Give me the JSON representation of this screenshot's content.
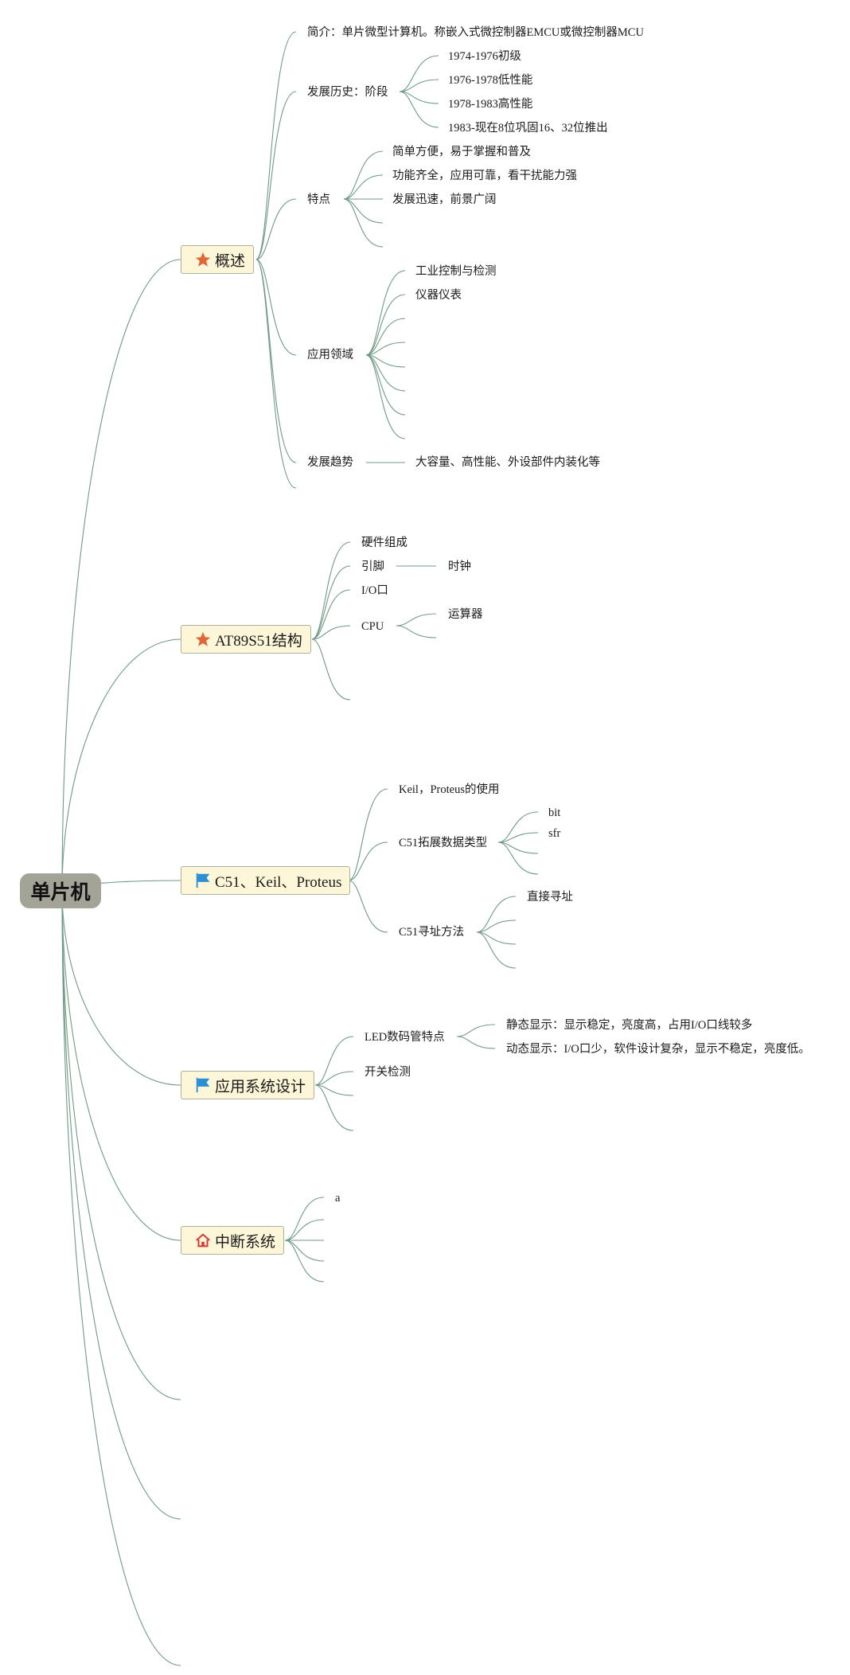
{
  "root": "单片机",
  "topics": {
    "t1": {
      "label": "概述",
      "icon": "star-icon"
    },
    "t2": {
      "label": "AT89S51结构",
      "icon": "star-icon"
    },
    "t3": {
      "label": "C51、Keil、Proteus",
      "icon": "flag-icon"
    },
    "t4": {
      "label": "应用系统设计",
      "icon": "flag-icon"
    },
    "t5": {
      "label": "中断系统",
      "icon": "home-icon"
    }
  },
  "overview": {
    "intro": "简介：单片微型计算机。称嵌入式微控制器EMCU或微控制器MCU",
    "history": "发展历史：阶段",
    "history_items": [
      "1974-1976初级",
      "1976-1978低性能",
      "1978-1983高性能",
      "1983-现在8位巩固16、32位推出"
    ],
    "features": "特点",
    "features_items": [
      "简单方便，易于掌握和普及",
      "功能齐全，应用可靠，看干扰能力强",
      "发展迅速，前景广阔"
    ],
    "apps": "应用领域",
    "apps_items": [
      "工业控制与检测",
      "仪器仪表"
    ],
    "trend": "发展趋势",
    "trend_item": "大容量、高性能、外设部件内装化等"
  },
  "structure": {
    "hardware": "硬件组成",
    "pins": "引脚",
    "clock": "时钟",
    "io": "I/O口",
    "cpu": "CPU",
    "alu": "运算器"
  },
  "c51": {
    "keil": "Keil，Proteus的使用",
    "types": "C51拓展数据类型",
    "bit": "bit",
    "sfr": "sfr",
    "addr": "C51寻址方法",
    "direct": "直接寻址"
  },
  "design": {
    "led": "LED数码管特点",
    "static": "静态显示：显示稳定，亮度高，占用I/O口线较多",
    "dynamic": "动态显示：I/O口少，软件设计复杂，显示不稳定，亮度低。",
    "switch": "开关检测"
  },
  "interrupt": {
    "a": "a"
  },
  "colors": {
    "line": "#6f9a86",
    "topic_fill": "#fdf6d8",
    "root_fill": "#a3a397",
    "star": "#e0673a",
    "flag": "#2a8fd6",
    "home": "#d43a3a"
  }
}
